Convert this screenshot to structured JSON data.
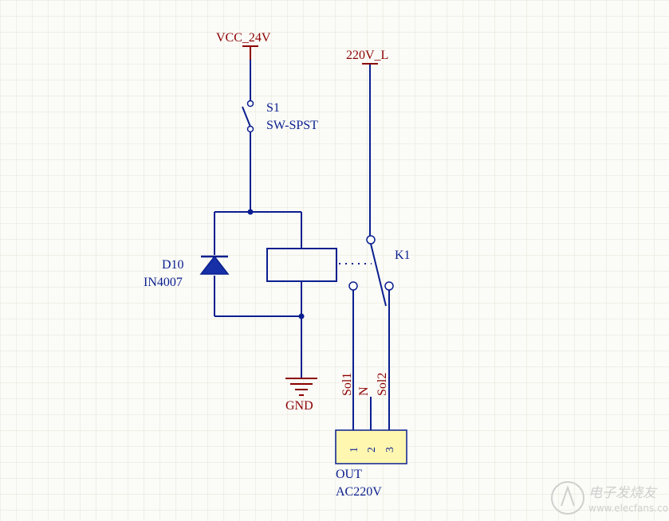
{
  "colors": {
    "wire": "#0a1f8f",
    "power_label": "#8b0000",
    "component_label": "#0a1f8f",
    "connector_fill": "#fff7b0",
    "diode_fill": "#1730a8",
    "grid": "#e6e6d8",
    "background": "#fbfbf7",
    "watermark": "#c8c8c8"
  },
  "power": {
    "vcc": "VCC_24V",
    "line": "220V_L",
    "gnd": "GND"
  },
  "switch": {
    "ref": "S1",
    "value": "SW-SPST"
  },
  "diode": {
    "ref": "D10",
    "value": "IN4007"
  },
  "relay": {
    "ref": "K1"
  },
  "connector": {
    "name": "OUT",
    "value": "AC220V",
    "pins": [
      "1",
      "2",
      "3"
    ],
    "net_labels": [
      "Sol1",
      "N",
      "Sol2"
    ]
  },
  "watermark": {
    "text_cn": "电子发烧友",
    "url": "www.elecfans.com"
  }
}
